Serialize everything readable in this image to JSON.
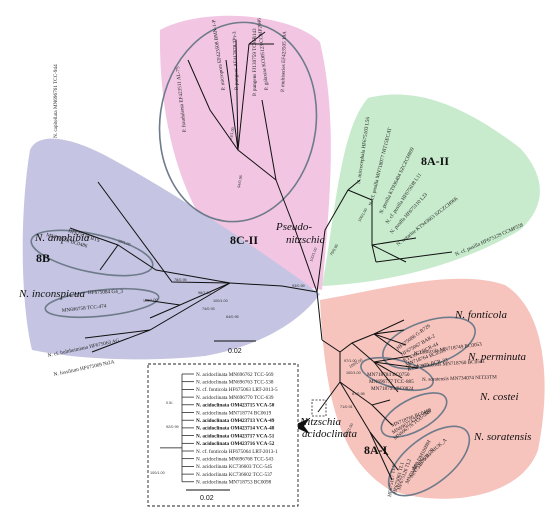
{
  "colors": {
    "clade_8C_II": "#f2c6e3",
    "clade_8A_II": "#c7ebcc",
    "clade_8B": "#c5c4e2",
    "clade_8A_I": "#f6c3bd",
    "ellipse": "#6e7b8a",
    "branch": "#111111"
  },
  "clades": {
    "c8C_II": "8C-II",
    "c8A_II": "8A-II",
    "c8B": "8B",
    "c8A_I": "8A-I"
  },
  "taxa": {
    "pseudo_1": "Pseudo-",
    "pseudo_2": "nitzschia",
    "amphibia": "N. amphibia",
    "inconspicua": "N. inconspicua",
    "fonticola": "N. fonticola",
    "perminuta": "N. perminuta",
    "costei": "N. costei",
    "soratensis": "N. soratensis",
    "acido_1": "Nitzschia",
    "acido_2": "acidoclinata"
  },
  "scale_main": "0.02",
  "scale_inset": "0.02",
  "tips_8C": [
    "P. fraudulenta EF423511 AL-75",
    "P. galaxiae KC005123 CCMP2046",
    "P. micropora EF423508 BMN-1-P",
    "P. pungens AF417678 TPr-3",
    "P. pungens FJ130759 TCMB143",
    "P. multiseries EF423505 19A"
  ],
  "tips_8A2": [
    "N. microcephala HF675103 L56",
    "N. cf. pusilla MN718077 NIT15ECAT",
    "N. pusilla KT936404 SZCZCH869",
    "N. cf. pusilla HF675038 L11",
    "N. pusilla HF675110 L23",
    "N. nutarine KT943663 SZCZCH966",
    "N. cf. pusilla HF675129 CCMP558"
  ],
  "tips_8B": [
    "N. capitellata MN696761 TCC-944",
    "HF675118 BTS",
    "MN718768 BC0486",
    "HF675084 G4_3",
    "MN696758 TCC-474",
    "N. cf. bulnheimiana HF675063 AG",
    "N. fossilium HF675069 Nt2A"
  ],
  "tips_8A1_fonticola": [
    "HF675088 G-R726",
    "HF675067 BAR-2",
    "KT43662 BCR-44",
    "MN718764 BC0533",
    "KT072971 BCR-33"
  ],
  "tips_8A1_mid": [
    "N. fonticola MN718749 BC0053",
    "N. cf. soratensis MN718760 BC0501",
    "N. soratensis MN734074 NIT33TM",
    "MN718784 BC0750",
    "MN696777 TCC-885",
    "MN718795 BC0824"
  ],
  "tips_8A1_costei": [
    "MN718766 BC0469",
    "MN696774 TCC-521",
    "MN696776 TCC-550"
  ],
  "tips_8A1_soratensis": [
    "MN696811 NIUK_A",
    "MN734075 JL29",
    "MN734073 DM1009M",
    "HF675126 TL2",
    "HF675061 TL1",
    "HF675127 TLS"
  ],
  "bootstraps": [
    "100/1.00",
    "73/1.00",
    "94/0.96",
    "79/0.95",
    "100/1.00",
    "99/1.00",
    "78/0.95",
    "98/1.00",
    "93/0.99",
    "100/1.00",
    "74/0.93",
    "100/1.00",
    "64/0.95",
    "100/1.00",
    "97/1.00",
    "100/1.00",
    "87/0.98",
    "71/0.91",
    "100/1.00"
  ],
  "inset": {
    "tips": [
      {
        "label": "N. acidoclinata MN696762 TCC-569",
        "bold": false
      },
      {
        "label": "N. acidoclinata MN696763 TCC-538",
        "bold": false
      },
      {
        "label": "N. cf. fonticola HF675063 LRT-2013-5",
        "bold": false
      },
      {
        "label": "N. acidoclinata MN696770 TCC-639",
        "bold": false
      },
      {
        "label": "N. acidoclinata OM423715 VCA-50",
        "bold": true
      },
      {
        "label": "N. acidoclinata MN718774 BC0619",
        "bold": false
      },
      {
        "label": "N. acidoclinata OM423713 VCA-49",
        "bold": true
      },
      {
        "label": "N. acidoclinata OM423714 VCA-48",
        "bold": true
      },
      {
        "label": "N. acidoclinata OM423717 VCA-51",
        "bold": true
      },
      {
        "label": "N. acidoclinata OM423716 VCA-52",
        "bold": true
      },
      {
        "label": "N. cf. fonticola HF675064 LRT-2013-1",
        "bold": false
      },
      {
        "label": "N. acidoclinata MN696768 TCC-543",
        "bold": false
      },
      {
        "label": "N. acidoclinata KC736603 TCC-545",
        "bold": false
      },
      {
        "label": "N. acidoclinata KC736602 TCC-537",
        "bold": false
      },
      {
        "label": "N. acidoclinata MN718753 BC0098",
        "bold": false
      }
    ],
    "bootstraps": [
      "0.5/-",
      "92/0.99",
      "100/1.00"
    ]
  }
}
